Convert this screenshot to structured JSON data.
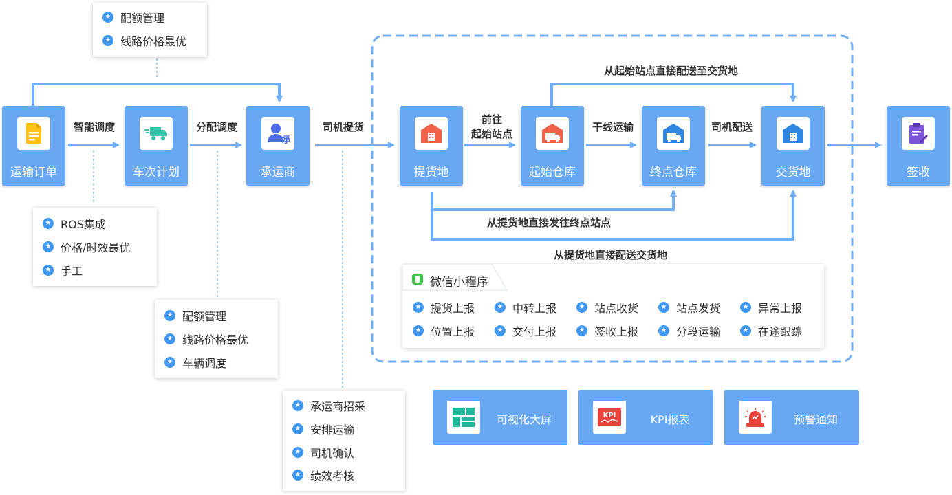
{
  "nodes": {
    "order": "运输订单",
    "trip": "车次计划",
    "carrier": "承运商",
    "pickup": "提货地",
    "origin_wh": "起始仓库",
    "dest_wh": "终点仓库",
    "delivery": "交货地",
    "sign": "签收"
  },
  "arrows": {
    "smart_dispatch": "智能调度",
    "assign_dispatch": "分配调度",
    "driver_pickup": "司机提货",
    "to_origin_1": "前往",
    "to_origin_2": "起始站点",
    "trunk": "干线运输",
    "driver_deliver": "司机配送",
    "origin_direct": "从起始站点直接配送至交货地",
    "pickup_to_dest": "从提货地直接发往终点站点",
    "pickup_to_delivery": "从提货地直接配送交货地"
  },
  "top_box": [
    "配额管理",
    "线路价格最优"
  ],
  "ros_box": [
    "ROS集成",
    "价格/时效最优",
    "手工"
  ],
  "quota_box": [
    "配额管理",
    "线路价格最优",
    "车辆调度"
  ],
  "carrier_box": [
    "承运商招采",
    "安排运输",
    "司机确认",
    "绩效考核"
  ],
  "miniapp": {
    "title": "微信小程序",
    "items": [
      "提货上报",
      "中转上报",
      "站点收货",
      "站点发货",
      "异常上报",
      "位置上报",
      "交付上报",
      "签收上报",
      "分段运输",
      "在途跟踪"
    ]
  },
  "tools": [
    "可视化大屏",
    "KPI报表",
    "预警通知"
  ],
  "kpi_icon_text": "KPI",
  "carrier_icon_text": "承",
  "colors": {
    "node": "#68A8F3",
    "line": "#6FAEF5",
    "star": "#3E97F0"
  }
}
